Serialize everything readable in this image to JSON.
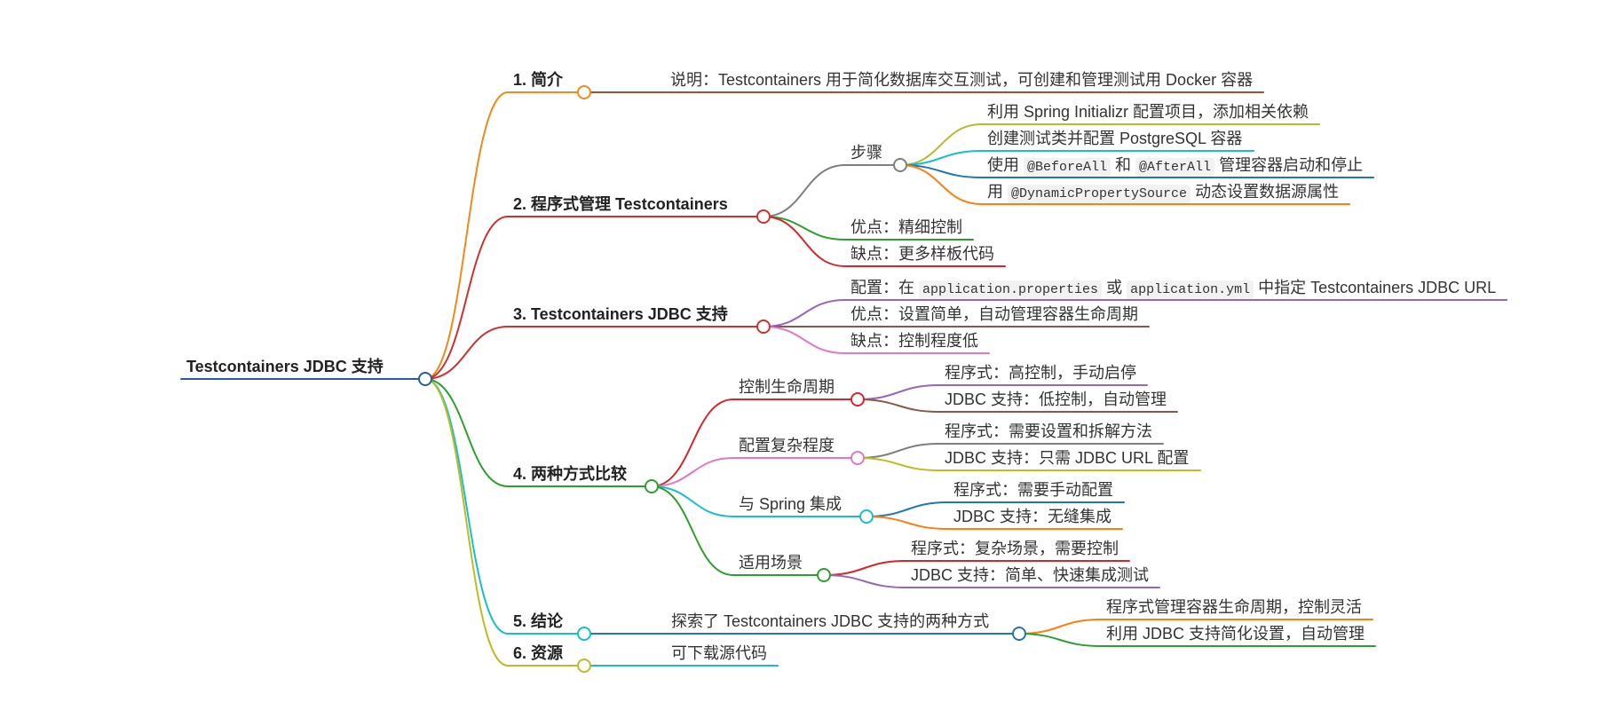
{
  "mindmap": {
    "root": {
      "id": "root",
      "parts": [
        {
          "t": "Testcontainers JDBC 支持"
        }
      ],
      "bold": true,
      "color": "#2c5aa0",
      "children": [
        {
          "id": "n1",
          "bold": true,
          "color": "#f08a1c",
          "parts": [
            {
              "t": "1. 简介"
            }
          ],
          "children": [
            {
              "id": "n1a",
              "color": "#a0522d",
              "parts": [
                {
                  "t": "说明：Testcontainers 用于简化数据库交互测试，可创建和管理测试用 Docker 容器"
                }
              ]
            }
          ]
        },
        {
          "id": "n2",
          "bold": true,
          "color": "#d0312d",
          "parts": [
            {
              "t": "2. 程序式管理 Testcontainers"
            }
          ],
          "children": [
            {
              "id": "n2a",
              "color": "#7f7f7f",
              "parts": [
                {
                  "t": "步骤"
                }
              ],
              "children": [
                {
                  "id": "n2a1",
                  "color": "#b5bd2a",
                  "parts": [
                    {
                      "t": "利用 Spring Initializr 配置项目，添加相关依赖"
                    }
                  ]
                },
                {
                  "id": "n2a2",
                  "color": "#17becf",
                  "parts": [
                    {
                      "t": "创建测试类并配置 PostgreSQL 容器"
                    }
                  ]
                },
                {
                  "id": "n2a3",
                  "color": "#1f77b4",
                  "parts": [
                    {
                      "t": "使用 "
                    },
                    {
                      "t": "@BeforeAll",
                      "code": true
                    },
                    {
                      "t": " 和 "
                    },
                    {
                      "t": "@AfterAll",
                      "code": true
                    },
                    {
                      "t": " 管理容器启动和停止"
                    }
                  ]
                },
                {
                  "id": "n2a4",
                  "color": "#ff7f0e",
                  "parts": [
                    {
                      "t": "用 "
                    },
                    {
                      "t": "@DynamicPropertySource",
                      "code": true
                    },
                    {
                      "t": " 动态设置数据源属性"
                    }
                  ]
                }
              ]
            },
            {
              "id": "n2b",
              "color": "#2ca02c",
              "parts": [
                {
                  "t": "优点：精细控制"
                }
              ]
            },
            {
              "id": "n2c",
              "color": "#d62728",
              "parts": [
                {
                  "t": "缺点：更多样板代码"
                }
              ]
            }
          ]
        },
        {
          "id": "n3",
          "bold": true,
          "color": "#d0312d",
          "parts": [
            {
              "t": "3. Testcontainers JDBC 支持"
            }
          ],
          "children": [
            {
              "id": "n3a",
              "color": "#9467bd",
              "parts": [
                {
                  "t": "配置：在 "
                },
                {
                  "t": "application.properties",
                  "code": true
                },
                {
                  "t": " 或 "
                },
                {
                  "t": "application.yml",
                  "code": true
                },
                {
                  "t": " 中指定 Testcontainers JDBC URL"
                }
              ]
            },
            {
              "id": "n3b",
              "color": "#8c564b",
              "parts": [
                {
                  "t": "优点：设置简单，自动管理容器生命周期"
                }
              ]
            },
            {
              "id": "n3c",
              "color": "#e377c2",
              "parts": [
                {
                  "t": "缺点：控制程度低"
                }
              ]
            }
          ]
        },
        {
          "id": "n4",
          "bold": true,
          "color": "#2ca02c",
          "parts": [
            {
              "t": "4. 两种方式比较"
            }
          ],
          "children": [
            {
              "id": "n4a",
              "color": "#d62728",
              "parts": [
                {
                  "t": "控制生命周期"
                }
              ],
              "children": [
                {
                  "id": "n4a1",
                  "color": "#9467bd",
                  "parts": [
                    {
                      "t": "程序式：高控制，手动启停"
                    }
                  ]
                },
                {
                  "id": "n4a2",
                  "color": "#8c564b",
                  "parts": [
                    {
                      "t": "JDBC 支持：低控制，自动管理"
                    }
                  ]
                }
              ]
            },
            {
              "id": "n4b",
              "color": "#e377c2",
              "parts": [
                {
                  "t": "配置复杂程度"
                }
              ],
              "children": [
                {
                  "id": "n4b1",
                  "color": "#7f7f7f",
                  "parts": [
                    {
                      "t": "程序式：需要设置和拆解方法"
                    }
                  ]
                },
                {
                  "id": "n4b2",
                  "color": "#bcbd22",
                  "parts": [
                    {
                      "t": "JDBC 支持：只需 JDBC URL 配置"
                    }
                  ]
                }
              ]
            },
            {
              "id": "n4c",
              "color": "#17becf",
              "parts": [
                {
                  "t": "与 Spring 集成"
                }
              ],
              "children": [
                {
                  "id": "n4c1",
                  "color": "#1f77b4",
                  "parts": [
                    {
                      "t": "程序式：需要手动配置"
                    }
                  ]
                },
                {
                  "id": "n4c2",
                  "color": "#ff7f0e",
                  "parts": [
                    {
                      "t": "JDBC 支持：无缝集成"
                    }
                  ]
                }
              ]
            },
            {
              "id": "n4d",
              "color": "#2ca02c",
              "parts": [
                {
                  "t": "适用场景"
                }
              ],
              "children": [
                {
                  "id": "n4d1",
                  "color": "#d62728",
                  "parts": [
                    {
                      "t": "程序式：复杂场景，需要控制"
                    }
                  ]
                },
                {
                  "id": "n4d2",
                  "color": "#9467bd",
                  "parts": [
                    {
                      "t": "JDBC 支持：简单、快速集成测试"
                    }
                  ]
                }
              ]
            }
          ]
        },
        {
          "id": "n5",
          "bold": true,
          "color": "#17becf",
          "parts": [
            {
              "t": "5. 结论"
            }
          ],
          "children": [
            {
              "id": "n5a",
              "color": "#1f77b4",
              "parts": [
                {
                  "t": "探索了 Testcontainers JDBC 支持的两种方式"
                }
              ],
              "children": [
                {
                  "id": "n5a1",
                  "color": "#ff7f0e",
                  "parts": [
                    {
                      "t": "程序式管理容器生命周期，控制灵活"
                    }
                  ]
                },
                {
                  "id": "n5a2",
                  "color": "#2ca02c",
                  "parts": [
                    {
                      "t": "利用 JDBC 支持简化设置，自动管理"
                    }
                  ]
                }
              ]
            }
          ]
        },
        {
          "id": "n6",
          "bold": true,
          "color": "#bcbd22",
          "parts": [
            {
              "t": "6. 资源"
            }
          ],
          "children": [
            {
              "id": "n6a",
              "color": "#17becf",
              "parts": [
                {
                  "t": "可下载源代码"
                }
              ]
            }
          ]
        }
      ]
    }
  }
}
